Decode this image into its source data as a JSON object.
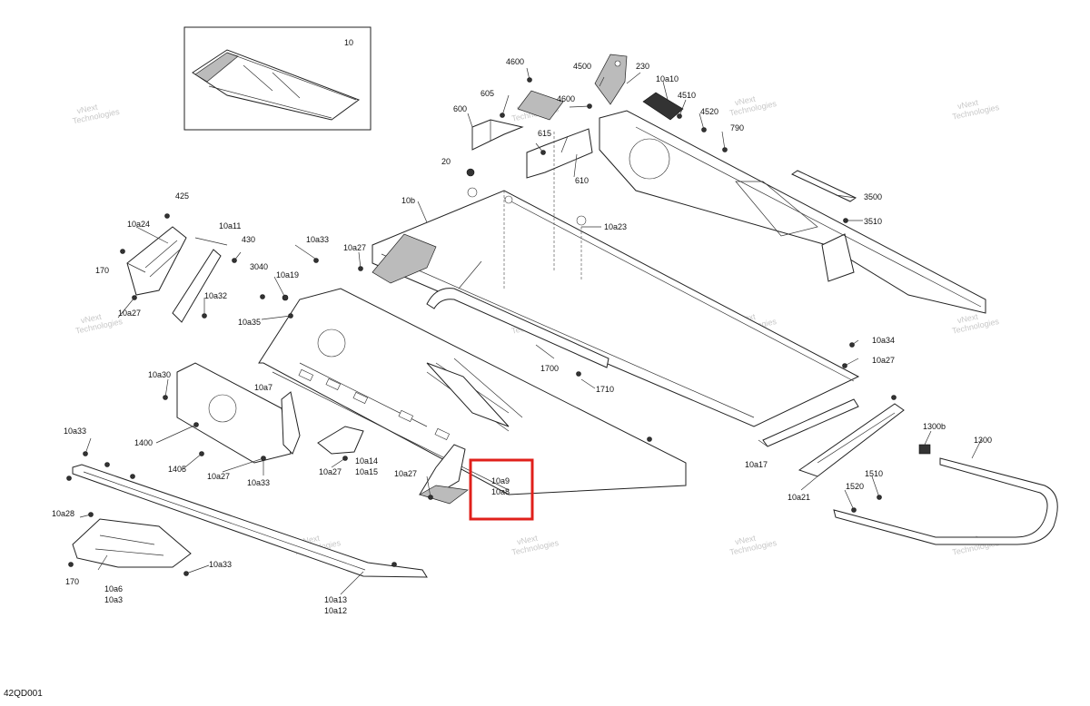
{
  "diagram_code": "42QD001",
  "watermark": [
    "vNext",
    "Technologies"
  ],
  "highlight_color": "#e0201b",
  "labels": {
    "l10": "10",
    "l4600a": "4600",
    "l4500": "4500",
    "l230": "230",
    "l10a10": "10a10",
    "l605": "605",
    "l4600b": "4600",
    "l4510": "4510",
    "l600": "600",
    "l4520": "4520",
    "l790": "790",
    "l615": "615",
    "l20": "20",
    "l610": "610",
    "l3500": "3500",
    "l425": "425",
    "l10b": "10b",
    "l10a24": "10a24",
    "l10a11": "10a11",
    "l10a23": "10a23",
    "l3510": "3510",
    "l430": "430",
    "l10a33a": "10a33",
    "l10a27a": "10a27",
    "l170a": "170",
    "l3040": "3040",
    "l10a19": "10a19",
    "l10a32": "10a32",
    "l10a27b": "10a27",
    "l10a35": "10a35",
    "l10a34": "10a34",
    "l10a27c": "10a27",
    "l1700": "1700",
    "l10a30": "10a30",
    "l1710": "1710",
    "l10a7": "10a7",
    "l1300b": "1300b",
    "l1300": "1300",
    "l1400": "1400",
    "l10a33b": "10a33",
    "l10a14": "10a14",
    "l10a15": "10a15",
    "l10a17": "10a17",
    "l1405": "1405",
    "l10a27d": "10a27",
    "l10a33c": "10a33",
    "l10a27e": "10a27",
    "l10a27f": "10a27",
    "l10a9": "10a9",
    "l10a8": "10a8",
    "l1510": "1510",
    "l10a21": "10a21",
    "l1520": "1520",
    "l10a28": "10a28",
    "l10a33d": "10a33",
    "l170b": "170",
    "l10a6": "10a6",
    "l10a3": "10a3",
    "l10a13": "10a13",
    "l10a12": "10a12"
  }
}
